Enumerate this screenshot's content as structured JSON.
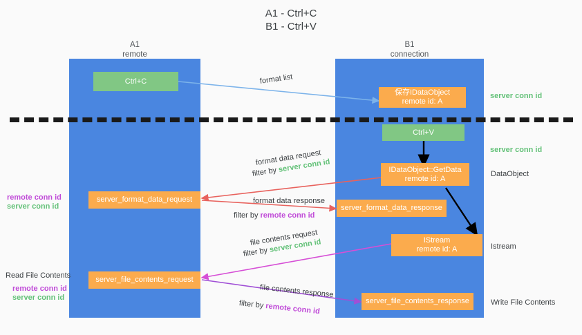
{
  "title": "A1 - Ctrl+C\nB1 - Ctrl+V",
  "columns": {
    "a1": {
      "name": "A1",
      "role": "remote",
      "header": "A1\nremote"
    },
    "b1": {
      "name": "B1",
      "role": "connection",
      "header": "B1\nconnection"
    }
  },
  "nodes": {
    "ctrl_c": {
      "label": "Ctrl+C",
      "color": "#81c784"
    },
    "ctrl_v": {
      "label": "Ctrl+V",
      "color": "#81c784"
    },
    "data_object_create": {
      "label": "保存IDataObject\nremote id: A",
      "color": "#fbab4d"
    },
    "get_data": {
      "label": "IDataObject::GetData\nremote id: A",
      "color": "#fbab4d"
    },
    "istream": {
      "label": "IStream\nremote id: A",
      "color": "#fbab4d"
    },
    "format_data_request": {
      "label": "server_format_data_request",
      "color": "#fbab4d"
    },
    "format_data_response": {
      "label": "server_format_data_response",
      "color": "#fbab4d"
    },
    "file_contents_request": {
      "label": "server_file_contents_request",
      "color": "#fbab4d"
    },
    "file_contents_response": {
      "label": "server_file_contents_response",
      "color": "#fbab4d"
    }
  },
  "flows": {
    "format_list": {
      "label": "format list"
    },
    "format_data_request": {
      "line1": "format data request",
      "filter_prefix": "filter by ",
      "filter_value": "server conn id"
    },
    "format_data_response": {
      "line1": "format data response",
      "filter_prefix": "filter by ",
      "filter_value": "remote conn id"
    },
    "file_contents_request": {
      "line1": "file contents request",
      "filter_prefix": "filter by ",
      "filter_value": "server conn id"
    },
    "file_contents_response": {
      "line1": "file contents response",
      "filter_prefix": "filter by ",
      "filter_value": "remote conn id"
    }
  },
  "annotations": {
    "right_server_conn_id_1": "server conn id",
    "right_server_conn_id_2": "server conn id",
    "right_data_object": "DataObject",
    "right_istream": "Istream",
    "right_write_file_contents": "Write File Contents",
    "left_remote_conn_id_1": "remote conn id",
    "left_server_conn_id_1": "server conn id",
    "left_read_file_contents": "Read File Contents",
    "left_remote_conn_id_2": "remote conn id",
    "left_server_conn_id_2": "server conn id"
  },
  "colors": {
    "lane": "#4a86e0",
    "green_node": "#81c784",
    "orange_node": "#fbab4d",
    "server_conn_id": "#63c178",
    "remote_conn_id": "#c04bd8",
    "arrow_blue": "#7cb3ea",
    "arrow_red": "#e8625d",
    "arrow_magenta": "#d64fd6",
    "arrow_purple": "#a04fd6",
    "arrow_black": "#000000",
    "divider": "#1a1a1a",
    "background": "#fafafa"
  }
}
